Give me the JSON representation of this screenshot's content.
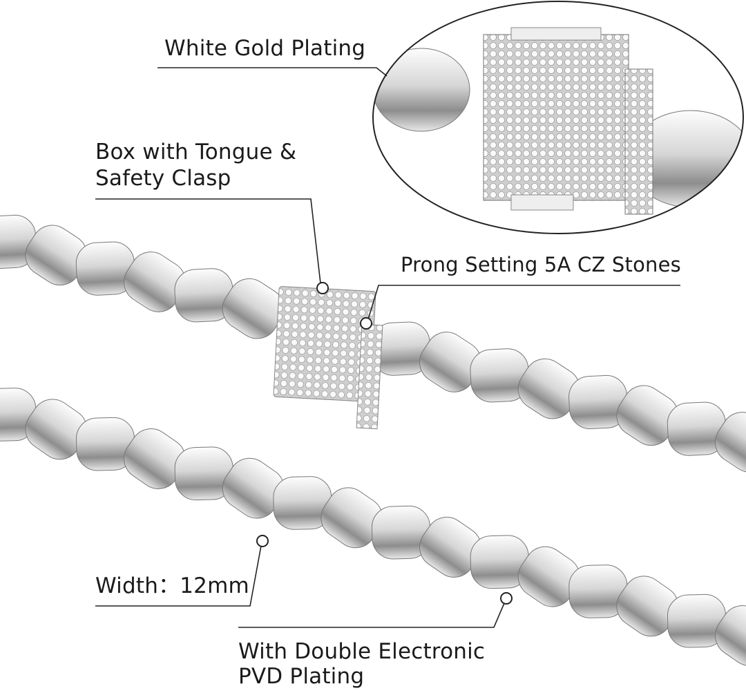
{
  "callouts": {
    "plating": "White Gold Plating",
    "clasp_line1": "Box with Tongue &",
    "clasp_line2": "Safety Clasp",
    "stones": "Prong Setting 5A CZ Stones",
    "width": "Width：12mm",
    "pvd_line1": "With Double Electronic",
    "pvd_line2": "PVD Plating"
  },
  "colors": {
    "metal_light": "#f4f4f4",
    "metal_mid": "#b9b9b9",
    "metal_dark": "#6e6e6e",
    "line": "#222222"
  }
}
